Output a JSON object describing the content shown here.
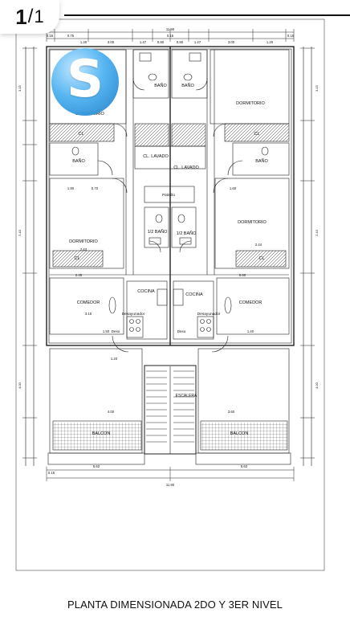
{
  "viewer": {
    "current_page": "1",
    "separator": "/",
    "total_pages": "1"
  },
  "caption": "PLANTA DIMENSIONADA 2DO Y 3ER NIVEL",
  "rooms": {
    "dormitorio": "DORMITORIO",
    "bano": "BAÑO",
    "half_bath": "1/2 BAÑO",
    "closet": "CL",
    "lavado": "CL. LAVADO",
    "patinillo": "Patinillo",
    "cocina": "COCINA",
    "comedor": "COMEDOR",
    "desayunador": "Desayunador",
    "deso": "Deso",
    "escalera": "ESCALERA",
    "balcon": "BALCON"
  },
  "dimensions": {
    "top_total": "11.90",
    "bottom_total": "11.90",
    "top_segments": [
      "0.15",
      "0.75",
      "1.20",
      "3.00",
      "1.47",
      "0.80",
      "0.15",
      "0.80",
      "1.47",
      "3.00",
      "1.20",
      "0.15"
    ],
    "balcony_left": "5.62",
    "balcony_right": "5.62",
    "bottom_left": "0.15",
    "misc": [
      "1.90",
      "0.70",
      "2.45",
      "3.15",
      "1.50",
      "2.44",
      "1.60",
      "2.43",
      "0.60",
      "1.40",
      "1.20",
      "4.00",
      "3.60"
    ]
  },
  "logo_glyph": "S"
}
